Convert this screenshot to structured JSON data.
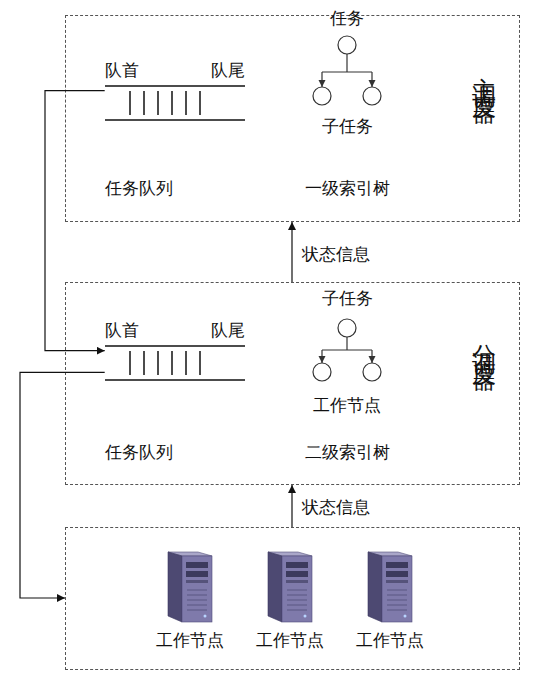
{
  "diagram": {
    "nodes": [
      {
        "text": [
          "主调度器"
        ]
      },
      {
        "text": [
          "队首",
          "队尾"
        ],
        "in": 0
      },
      {
        "text": [
          "分调度器"
        ]
      },
      {
        "text": [
          "队首",
          "队尾"
        ],
        "in": 2
      },
      {
        "text": []
      },
      {
        "text": [
          "工作节点"
        ],
        "in": 4
      },
      {
        "text": [
          "工作节点"
        ],
        "in": 4
      },
      {
        "text": [
          "工作节点"
        ],
        "in": 4
      }
    ],
    "edges": [
      {
        "from": 1,
        "to": 3,
        "arrow": "to"
      },
      {
        "from": 3,
        "to": 4,
        "arrow": "to"
      },
      {
        "from": 2,
        "to": 0,
        "arrow": "to",
        "label": "状态信息"
      },
      {
        "from": 4,
        "to": 2,
        "arrow": "to",
        "label": "状态信息"
      }
    ],
    "labels": [
      "任务队列",
      "任务",
      "子任务",
      "一级索引树",
      "任务队列",
      "子任务",
      "工作节点",
      "二级索引树"
    ]
  }
}
